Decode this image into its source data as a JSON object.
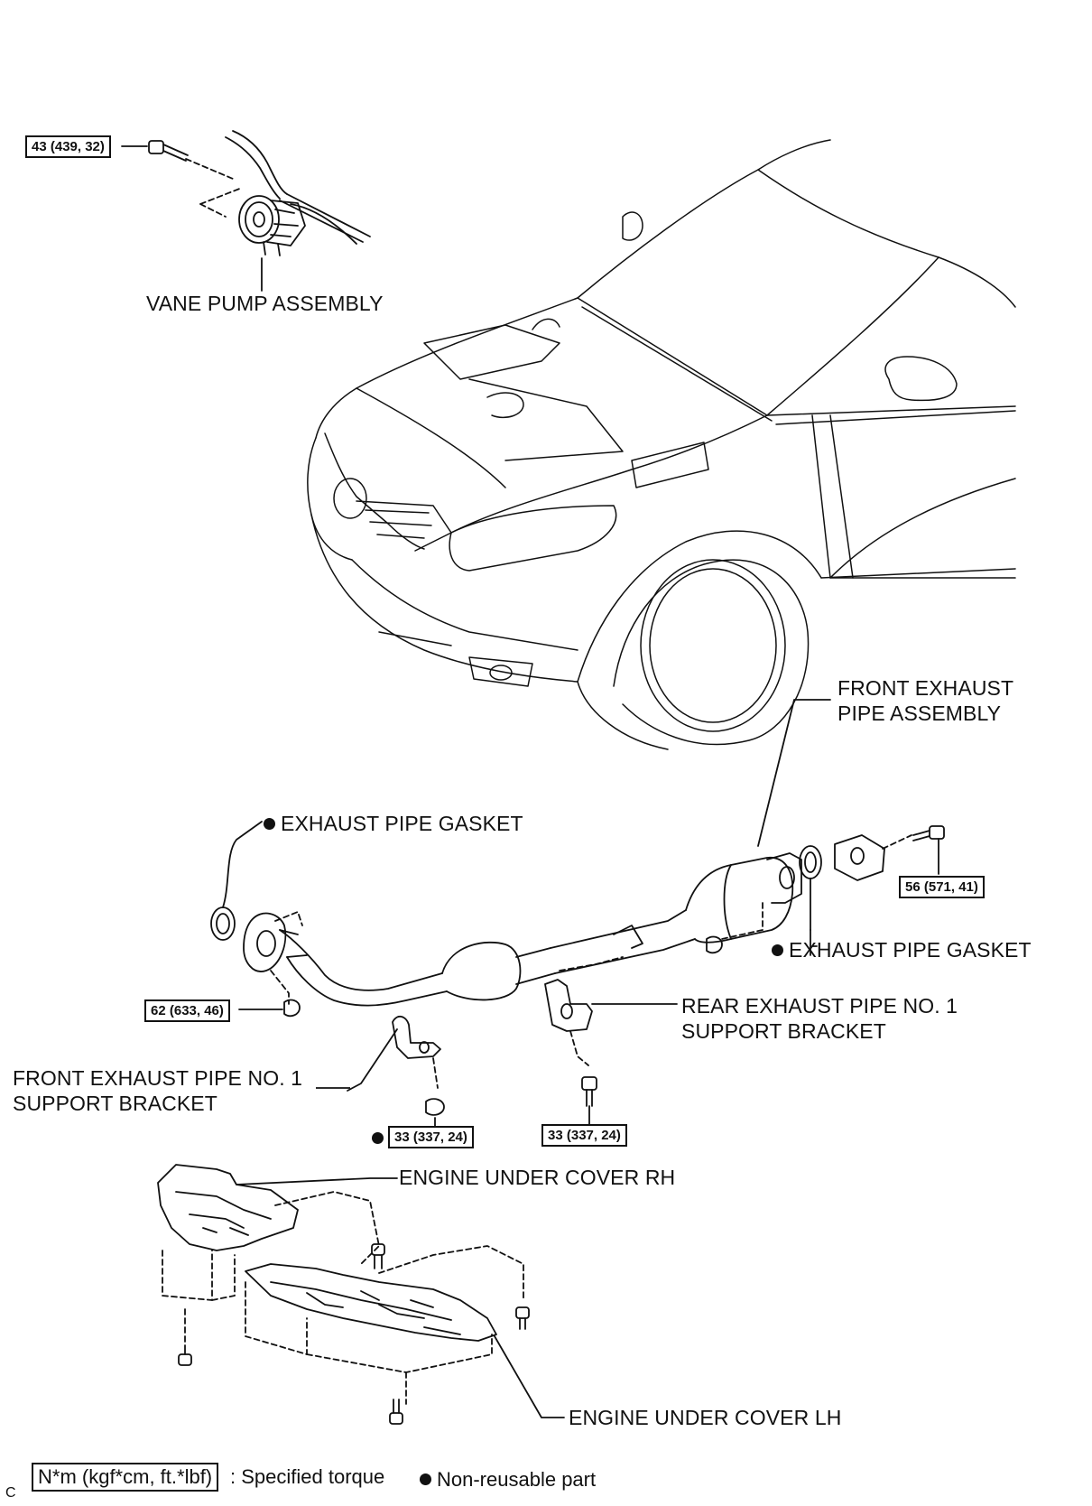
{
  "parts": {
    "vane_pump": "VANE PUMP ASSEMBLY",
    "front_exhaust_pipe": "FRONT EXHAUST\nPIPE ASSEMBLY",
    "gasket_upper": "EXHAUST PIPE GASKET",
    "gasket_right": "EXHAUST PIPE GASKET",
    "rear_bracket": "REAR EXHAUST PIPE NO. 1\nSUPPORT BRACKET",
    "front_bracket": "FRONT EXHAUST PIPE NO. 1\nSUPPORT BRACKET",
    "under_cover_rh": "ENGINE UNDER COVER RH",
    "under_cover_lh": "ENGINE UNDER COVER LH"
  },
  "torques": {
    "vane_pump_bolt": "43 (439, 32)",
    "flange_bolt": "56 (571, 41)",
    "front_nut": "62 (633, 46)",
    "front_bracket_nut": "33 (337, 24)",
    "rear_bracket_bolt": "33 (337, 24)"
  },
  "legend": {
    "torque_unit": "N*m (kgf*cm, ft.*lbf)",
    "torque_desc": ": Specified torque",
    "nonreusable_desc": "Non-reusable part"
  },
  "footer_code": "C"
}
